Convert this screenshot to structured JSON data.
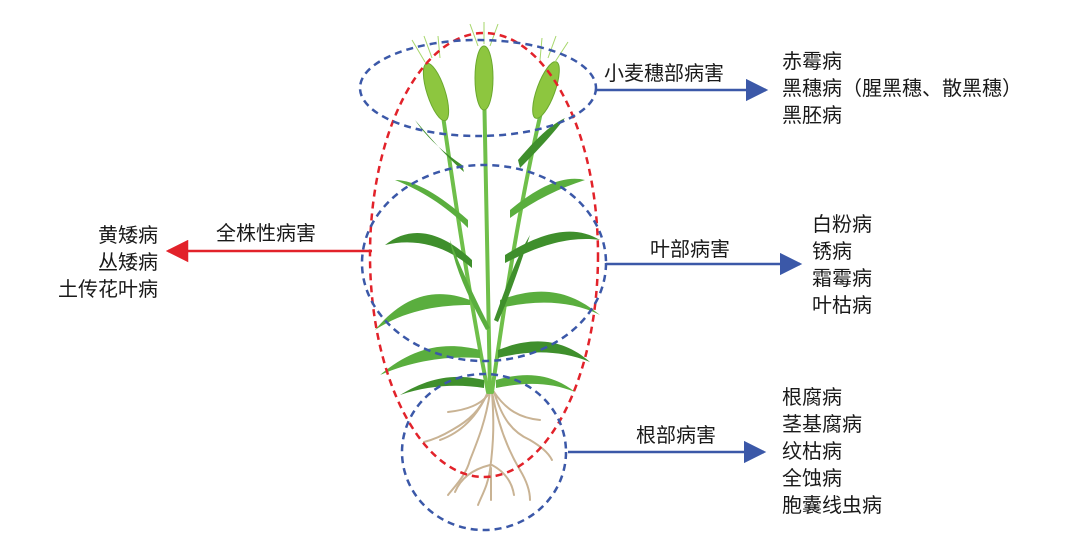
{
  "categories": {
    "spike": {
      "label": "小麦穗部病害",
      "diseases": [
        "赤霉病",
        "黑穗病（腥黑穗、散黑穗）",
        "黑胚病"
      ]
    },
    "leaf": {
      "label": "叶部病害",
      "diseases": [
        "白粉病",
        "锈病",
        "霜霉病",
        "叶枯病"
      ]
    },
    "root": {
      "label": "根部病害",
      "diseases": [
        "根腐病",
        "茎基腐病",
        "纹枯病",
        "全蚀病",
        "胞囊线虫病"
      ]
    },
    "whole": {
      "label": "全株性病害",
      "diseases": [
        "黄矮病",
        "丛矮病",
        "土传花叶病"
      ]
    }
  },
  "colors": {
    "blue": "#3b58a8",
    "red": "#e2222a",
    "leaf_green": "#5aae3e",
    "leaf_dark": "#3f8f2c",
    "spike_green": "#8dc63f",
    "root": "#c9b394"
  }
}
